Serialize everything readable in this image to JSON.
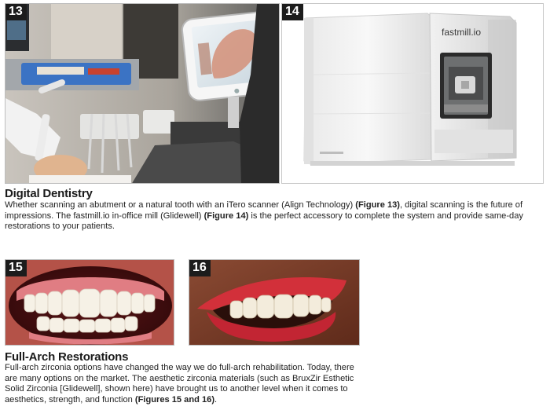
{
  "figures": {
    "f13": {
      "number": "13"
    },
    "f14": {
      "number": "14",
      "device_brand": "fastmill.io"
    },
    "f15": {
      "number": "15"
    },
    "f16": {
      "number": "16"
    }
  },
  "section1": {
    "title": "Digital Dentistry",
    "text_a": "Whether scanning an abutment or a natural tooth with an iTero scanner (Align Technology) ",
    "ref_a": "(Figure 13)",
    "text_b": ", digital scanning is the future of impressions. The fastmill.io in-office mill (Glidewell) ",
    "ref_b": "(Figure 14)",
    "text_c": " is the perfect accessory to complete the system and provide same-day restorations to your patients."
  },
  "section2": {
    "title": "Full-Arch Restorations",
    "text_a": "Full-arch zirconia options have changed the way we do full-arch rehabilitation. Today, there are many options on the market. The aesthetic zirconia materials (such as BruxZir Esthetic Solid Zirconia [Glidewell], shown here) have brought us to another level when it comes to aesthetics, strength, and function ",
    "ref_a": "(Figures 15 and 16)",
    "text_b": "."
  }
}
